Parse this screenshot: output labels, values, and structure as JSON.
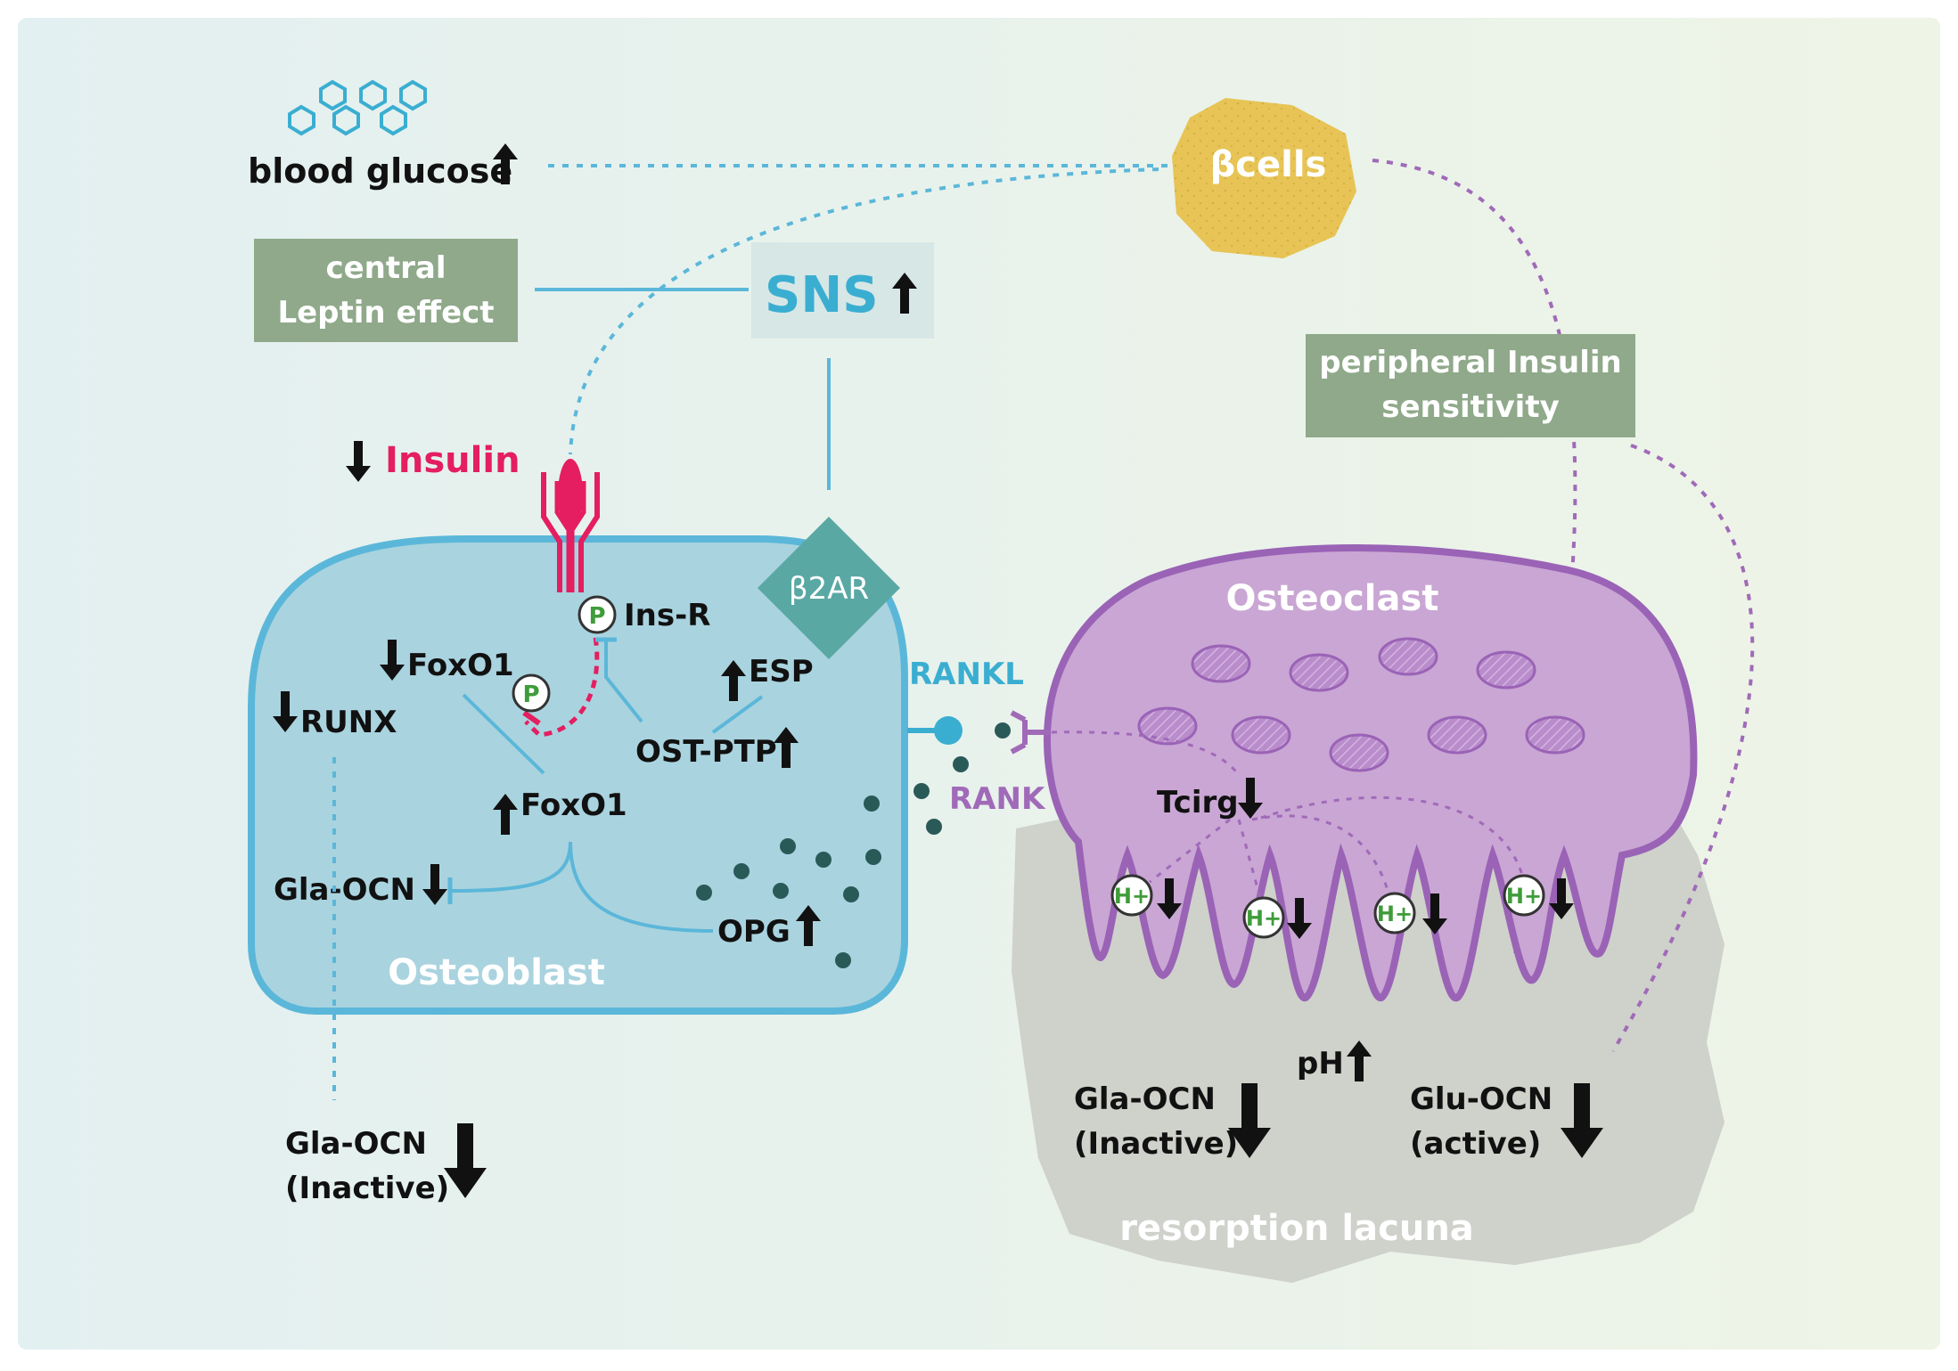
{
  "colors": {
    "background_gradient": [
      "#e3f0f1",
      "#eef4e6"
    ],
    "osteoblast_fill": "#a9d3df",
    "osteoblast_stroke": "#5bb7d9",
    "osteoclast_fill": "#c9a6d4",
    "osteoclast_stroke": "#9a63b6",
    "lacuna_fill": "#cfd1cb",
    "label_box_green": "#8fa98a",
    "sns_box": "#d7e7e6",
    "beta_cells": "#e7c455",
    "insulin_red": "#e41e60",
    "connector_blue": "#5bb7d9",
    "connector_purple": "#a06ab8",
    "particle": "#2a5a58"
  },
  "top": {
    "blood_glucose": "blood glucose",
    "beta_cells": "βcells",
    "central_leptin_line1": "central",
    "central_leptin_line2": "Leptin effect",
    "sns": "SNS",
    "peripheral_insulin_line1": "peripheral Insulin",
    "peripheral_insulin_line2": "sensitivity",
    "insulin": "Insulin"
  },
  "osteoblast": {
    "title": "Osteoblast",
    "ins_r": "Ins-R",
    "b2ar": "β2AR",
    "foxo1_top": "FoxO1",
    "runx": "RUNX",
    "esp": "ESP",
    "ost_ptp": "OST-PTP",
    "foxo1_mid": "FoxO1",
    "gla_ocn": "Gla-OCN",
    "opg": "OPG",
    "phospho": "P",
    "rankl": "RANKL",
    "rank": "RANK"
  },
  "osteoclast": {
    "title": "Osteoclast",
    "tcirg": "Tcirg",
    "proton": "H+"
  },
  "lacuna": {
    "title": "resorption lacuna",
    "ph": "pH",
    "gla_ocn_line1": "Gla-OCN",
    "gla_ocn_line2": "(Inactive)",
    "glu_ocn_line1": "Glu-OCN",
    "glu_ocn_line2": "(active)"
  },
  "bottom_left": {
    "gla_ocn_line1": "Gla-OCN",
    "gla_ocn_line2": "(Inactive)"
  },
  "icons": [
    "glucose-hexagon-icon",
    "up-arrow-icon",
    "down-arrow-icon",
    "phosphate-icon",
    "proton-icon",
    "insulin-receptor-icon"
  ]
}
